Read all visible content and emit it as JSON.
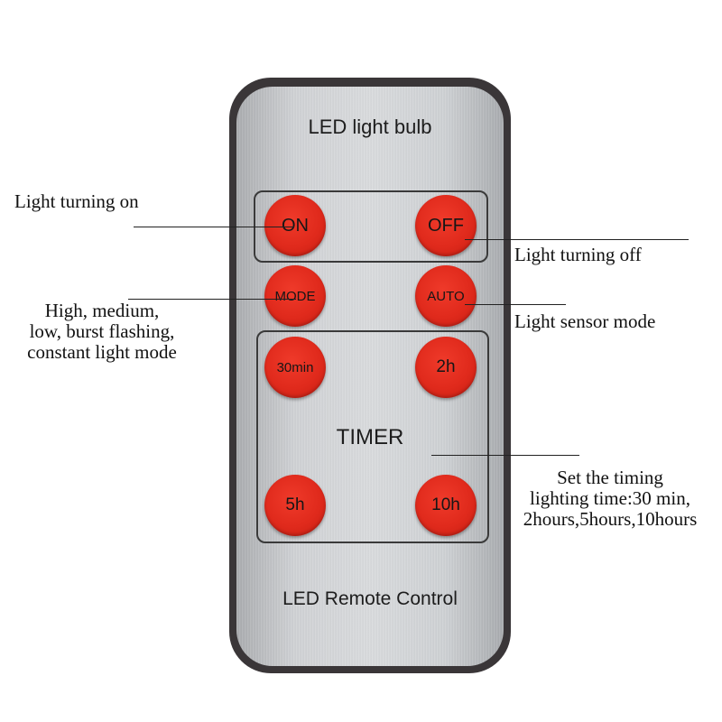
{
  "remote": {
    "header": "LED light bulb",
    "footer": "LED Remote Control",
    "timer_label": "TIMER"
  },
  "buttons": {
    "on": "ON",
    "off": "OFF",
    "mode": "MODE",
    "auto": "AUTO",
    "t30min": "30min",
    "t2h": "2h",
    "t5h": "5h",
    "t10h": "10h"
  },
  "callouts": {
    "light_on": "Light turning on",
    "light_off": "Light turning off",
    "mode_line1": "High, medium,",
    "mode_line2": "low, burst flashing,",
    "mode_line3": "constant light mode",
    "sensor": "Light sensor mode",
    "timer_line1": "Set the timing",
    "timer_line2": "lighting time:30 min,",
    "timer_line3": "2hours,5hours,10hours"
  },
  "colors": {
    "button_red": "#e02a1c",
    "remote_border": "#3a3638",
    "remote_face": "#d0d2d5"
  }
}
